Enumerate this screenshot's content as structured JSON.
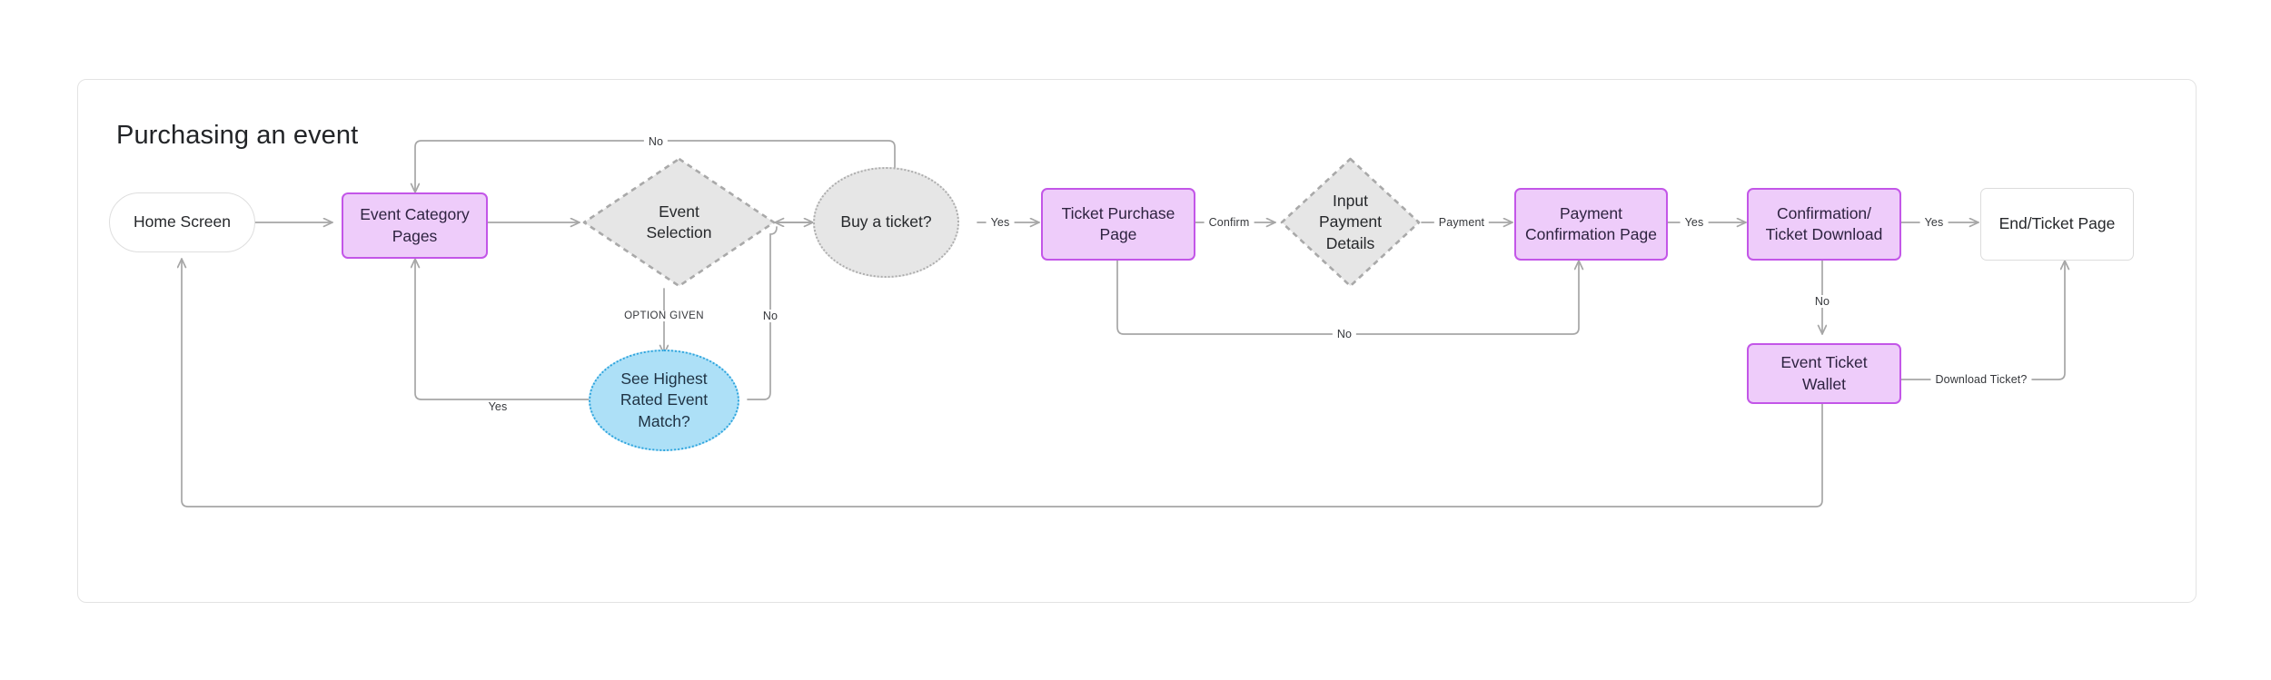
{
  "diagram": {
    "title": "Purchasing an event",
    "type": "flowchart",
    "colors": {
      "purple_fill": "#eeccfa",
      "purple_border": "#c356e8",
      "gray_fill": "#e6e6e6",
      "gray_border": "#adadad",
      "blue_fill": "#ade0f7",
      "blue_border": "#2ea4dd",
      "edge_stroke": "#a6a6a6",
      "frame_border": "#e3e3e3",
      "text": "#26282b"
    },
    "nodes": [
      {
        "id": "home-screen",
        "label": "Home Screen",
        "shape": "pill"
      },
      {
        "id": "event-category-pages",
        "label": "Event Category\nPages",
        "shape": "rect-purple"
      },
      {
        "id": "event-selection",
        "label": "Event\nSelection",
        "shape": "diamond-dashed"
      },
      {
        "id": "buy-a-ticket",
        "label": "Buy a ticket?",
        "shape": "circle-dotted-gray"
      },
      {
        "id": "see-highest-rated",
        "label": "See Highest\nRated Event\nMatch?",
        "shape": "circle-dotted-blue"
      },
      {
        "id": "ticket-purchase-page",
        "label": "Ticket Purchase\nPage",
        "shape": "rect-purple"
      },
      {
        "id": "input-payment-details",
        "label": "Input\nPayment\nDetails",
        "shape": "diamond-dashed"
      },
      {
        "id": "payment-confirmation",
        "label": "Payment\nConfirmation Page",
        "shape": "rect-purple"
      },
      {
        "id": "confirmation-download",
        "label": "Confirmation/\nTicket Download",
        "shape": "rect-purple"
      },
      {
        "id": "event-ticket-wallet",
        "label": "Event Ticket\nWallet",
        "shape": "rect-purple"
      },
      {
        "id": "end-ticket-page",
        "label": "End/Ticket Page",
        "shape": "rect-plain"
      }
    ],
    "edges": [
      {
        "from": "home-screen",
        "to": "event-category-pages",
        "label": ""
      },
      {
        "from": "event-category-pages",
        "to": "event-selection",
        "label": ""
      },
      {
        "from": "event-selection",
        "to": "buy-a-ticket",
        "label": ""
      },
      {
        "from": "buy-a-ticket",
        "to": "event-selection",
        "label": ""
      },
      {
        "from": "buy-a-ticket",
        "to": "event-category-pages",
        "label": "No"
      },
      {
        "from": "event-selection",
        "to": "see-highest-rated",
        "label": "OPTION GIVEN"
      },
      {
        "from": "see-highest-rated",
        "to": "event-category-pages",
        "label": "Yes"
      },
      {
        "from": "event-selection",
        "to": "see-highest-rated",
        "label": "No"
      },
      {
        "from": "buy-a-ticket",
        "to": "ticket-purchase-page",
        "label": "Yes"
      },
      {
        "from": "ticket-purchase-page",
        "to": "input-payment-details",
        "label": "Confirm"
      },
      {
        "from": "ticket-purchase-page",
        "to": "payment-confirmation",
        "label": "No"
      },
      {
        "from": "input-payment-details",
        "to": "payment-confirmation",
        "label": "Payment"
      },
      {
        "from": "payment-confirmation",
        "to": "confirmation-download",
        "label": "Yes"
      },
      {
        "from": "confirmation-download",
        "to": "end-ticket-page",
        "label": "Yes"
      },
      {
        "from": "confirmation-download",
        "to": "event-ticket-wallet",
        "label": "No"
      },
      {
        "from": "event-ticket-wallet",
        "to": "end-ticket-page",
        "label": "Download Ticket?"
      },
      {
        "from": "event-ticket-wallet",
        "to": "home-screen",
        "label": ""
      }
    ],
    "edge_labels": {
      "no_top": "No",
      "option_given": "OPTION GIVEN",
      "no_selection": "No",
      "yes_highest_rated": "Yes",
      "yes_buy": "Yes",
      "confirm": "Confirm",
      "no_purchase": "No",
      "payment": "Payment",
      "yes_payment_conf": "Yes",
      "yes_confirmation": "Yes",
      "no_download": "No",
      "download_ticket": "Download Ticket?"
    }
  }
}
